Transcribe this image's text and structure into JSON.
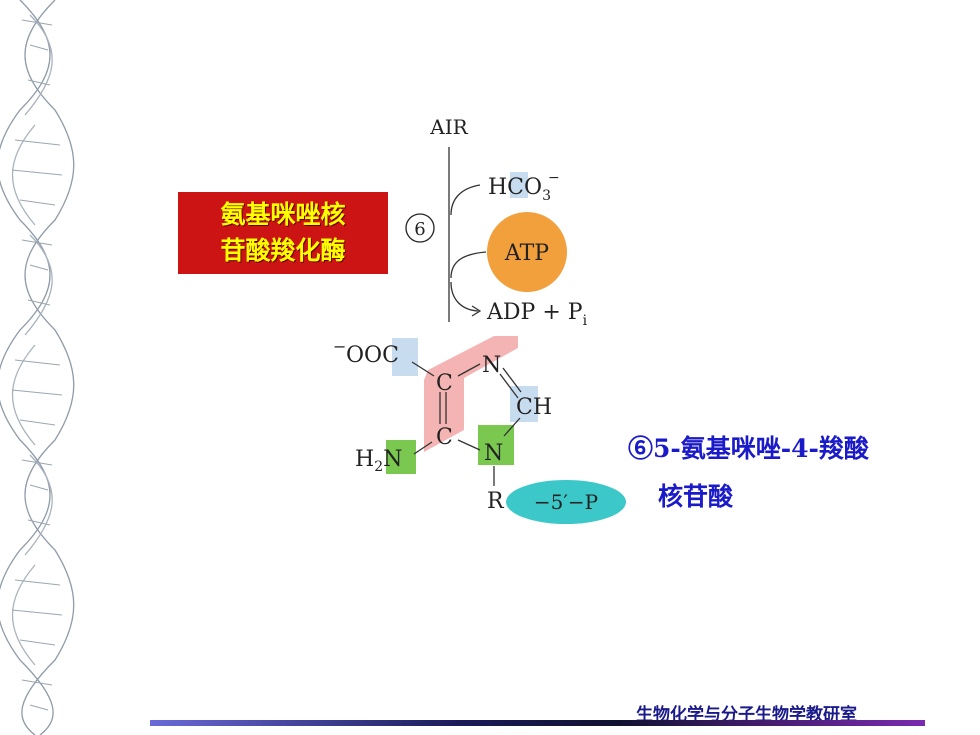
{
  "enzyme": {
    "line1": "氨基咪唑核",
    "line2": "苷酸羧化酶"
  },
  "reaction": {
    "substrate": "AIR",
    "step_number": "6",
    "cosubstrate": {
      "base": "HCO",
      "sub": "3",
      "sup": "−"
    },
    "atp": "ATP",
    "products": {
      "text": "ADP + P",
      "sub": "i"
    }
  },
  "structure": {
    "carboxylate": "OOC",
    "carboxylate_charge": "−",
    "atoms": {
      "c_top": "C",
      "n_top": "N",
      "ch": "CH",
      "c_bottom": "C",
      "n_bottom": "N",
      "amine_h": "H",
      "amine_sub": "2",
      "amine_n": "N",
      "r": "R"
    },
    "phosphate": "−5′−P"
  },
  "product_name": {
    "line1": "⑥5-氨基咪唑-4-羧酸",
    "line2": "核苷酸"
  },
  "footer": {
    "label": "生物化学与分子生物学教研室"
  },
  "colors": {
    "enzyme_bg": "#cc1414",
    "enzyme_text": "#ffff00",
    "atp_circle": "#f2a03c",
    "phosphate_oval": "#3cc8c8",
    "ring_highlight": "#f5b4b4",
    "green_highlight": "#7ac850",
    "blue_highlight": "#c8dcf0",
    "product_text": "#1a1ac8"
  }
}
